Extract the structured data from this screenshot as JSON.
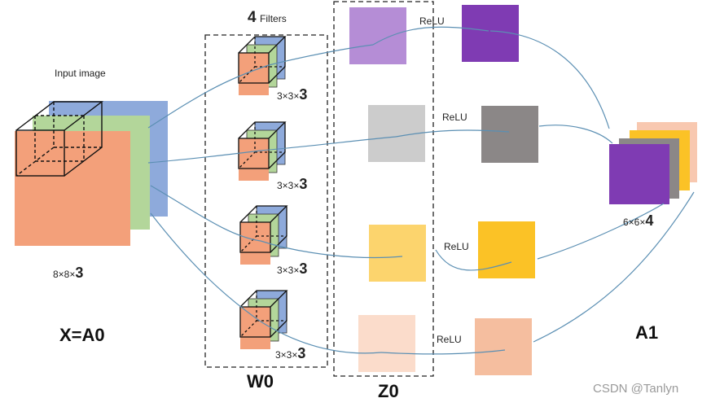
{
  "title": {
    "count": "4",
    "text": "Filters"
  },
  "input": {
    "label": "Input image",
    "dims_prefix": "8×8×",
    "dims_channels": "3",
    "name": "X=A0"
  },
  "filters": {
    "name": "W0",
    "items": [
      {
        "dims_prefix": "3×3×",
        "dims_channels": "3"
      },
      {
        "dims_prefix": "3×3×",
        "dims_channels": "3"
      },
      {
        "dims_prefix": "3×3×",
        "dims_channels": "3"
      },
      {
        "dims_prefix": "3×3×",
        "dims_channels": "3"
      }
    ]
  },
  "conv_outputs": {
    "name": "Z0",
    "colors": [
      "#b58dd6",
      "#cccccc",
      "#fcd46d",
      "#fbdccb"
    ]
  },
  "activations": {
    "relu_label": "ReLU",
    "colors": [
      "#7f3bb3",
      "#8b8787",
      "#fbc226",
      "#f5be9f"
    ]
  },
  "output": {
    "name": "A1",
    "dims_prefix": "6×6×",
    "dims_channels": "4",
    "stack_colors": [
      "#f8c8b0",
      "#fbc226",
      "#8b8787",
      "#7f3bb3"
    ]
  },
  "colors": {
    "red_channel": "#f3a07a",
    "green_channel": "#b3d69a",
    "blue_channel": "#8eaadb",
    "connector": "#5b8fb3"
  },
  "watermark": "CSDN @Tanlyn"
}
